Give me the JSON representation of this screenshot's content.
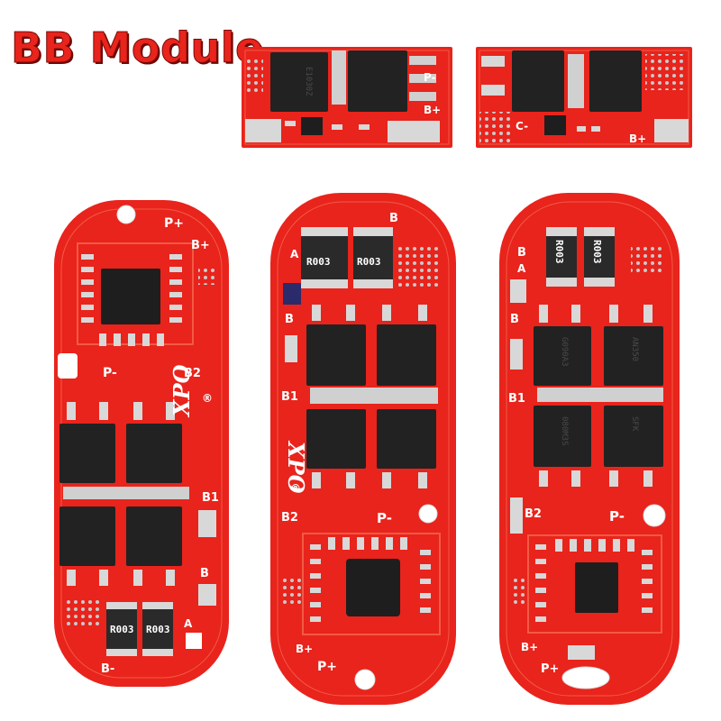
{
  "title": "BB Module",
  "colors": {
    "pcb": "#e8241c",
    "pcb_dark": "#c4140e",
    "pcb_trace": "#f25a45",
    "chip": "#1e1e1e",
    "pad": "#d8d8d8",
    "silk": "#ffffff",
    "title": "#e8241c"
  },
  "boards": {
    "top_left": {
      "chip_marking": "E1030Z",
      "labels": [
        "P-",
        "B+"
      ]
    },
    "top_right": {
      "labels": [
        "C-",
        "B+"
      ]
    },
    "left": {
      "pad_labels": [
        "P+",
        "B+",
        "P-",
        "B2",
        "B1",
        "B",
        "A",
        "B-"
      ],
      "resistors": [
        "R003",
        "R003"
      ],
      "brand": "XPO",
      "registered": "®"
    },
    "middle": {
      "pad_labels": [
        "B",
        "A",
        "B",
        "B1",
        "B2",
        "P-",
        "B+",
        "P+"
      ],
      "resistors": [
        "R003",
        "R003"
      ],
      "brand": "XPO",
      "registered": "®"
    },
    "right": {
      "pad_labels": [
        "B",
        "A",
        "B",
        "B1",
        "B2",
        "P-",
        "B+",
        "P+"
      ],
      "resistors": [
        "R003",
        "R003"
      ],
      "mosfet_markings": [
        "G090A3",
        "AN350",
        "080M3S",
        "SFK"
      ]
    }
  }
}
